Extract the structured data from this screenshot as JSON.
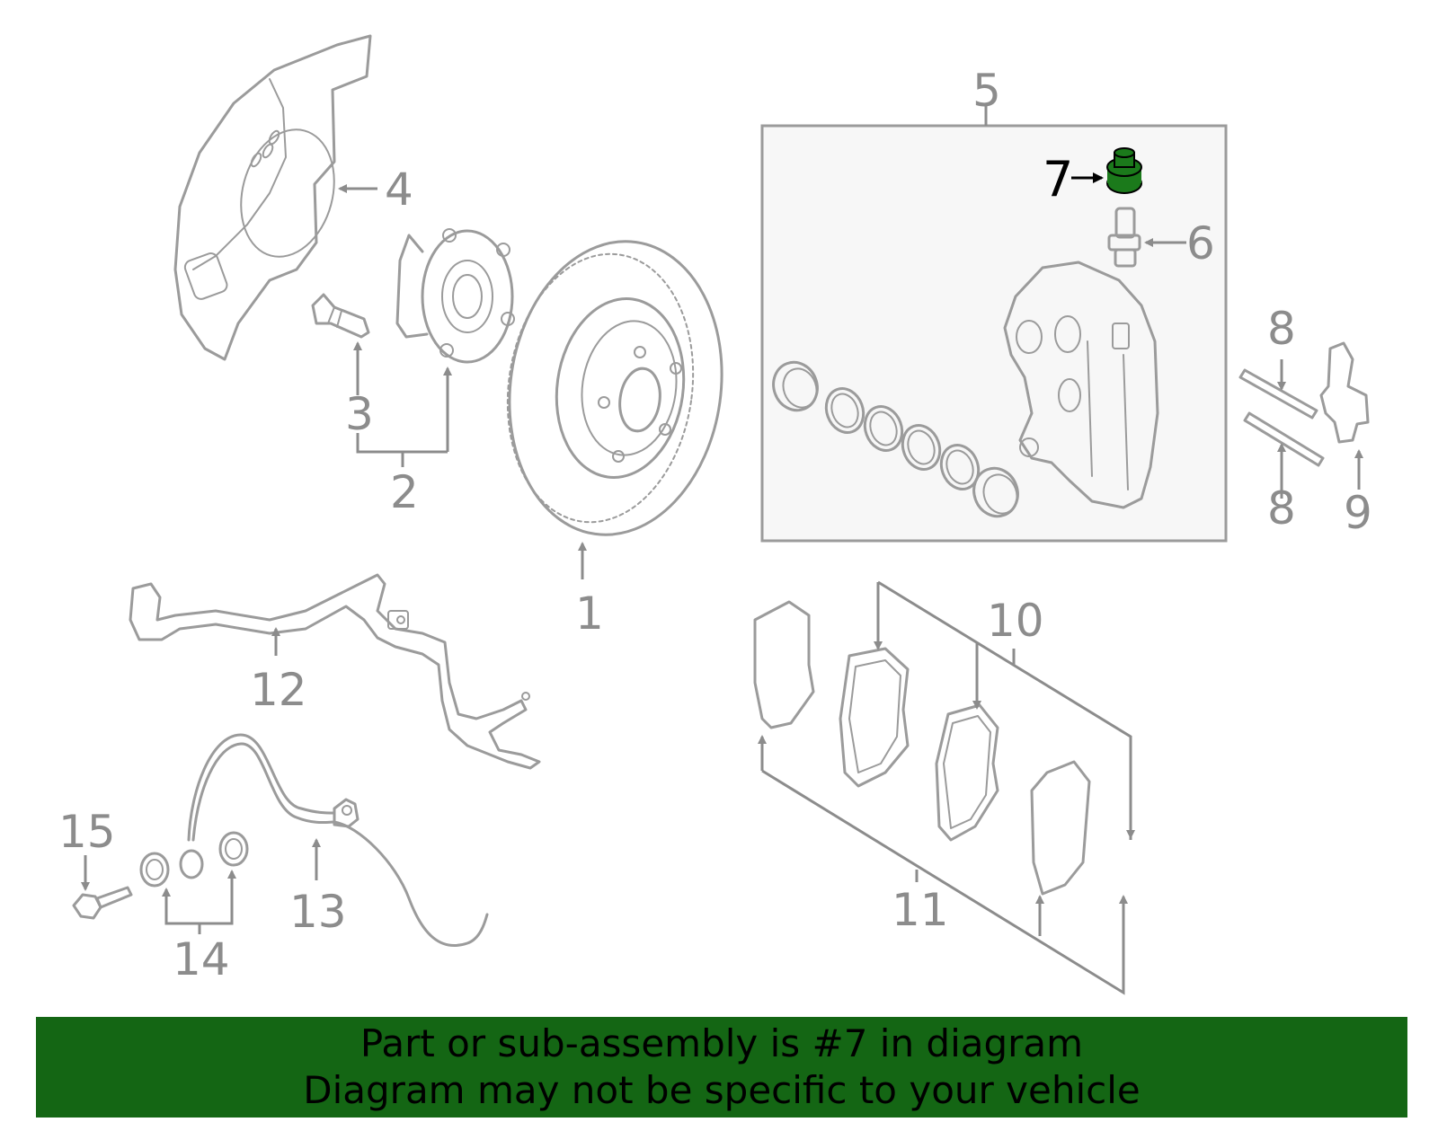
{
  "callouts": {
    "c1": "1",
    "c2": "2",
    "c3": "3",
    "c4": "4",
    "c5": "5",
    "c6": "6",
    "c7": "7",
    "c8a": "8",
    "c8b": "8",
    "c9": "9",
    "c10": "10",
    "c11": "11",
    "c12": "12",
    "c13": "13",
    "c14": "14",
    "c15": "15"
  },
  "highlight": {
    "part_number": "7",
    "color": "#1b7a1b"
  },
  "colors": {
    "banner": "#146614",
    "lines": "#9b9b9b",
    "box_fill": "#f7f7f7"
  },
  "banner": {
    "line1": "Part or sub-assembly is #7 in diagram",
    "line2": "Diagram may not be specific to your vehicle"
  }
}
